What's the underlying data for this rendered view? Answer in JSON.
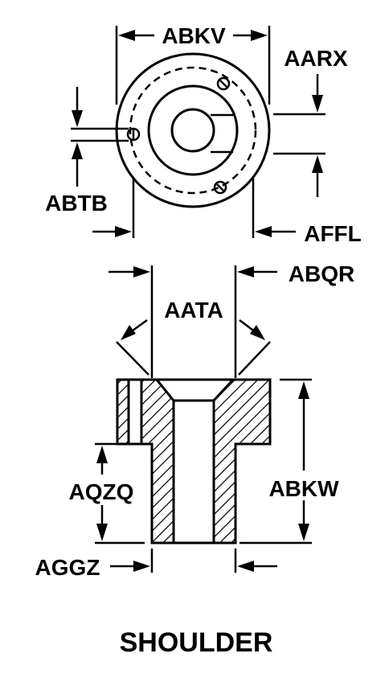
{
  "labels": {
    "abkv": "ABKV",
    "aarx": "AARX",
    "abtb": "ABTB",
    "affl": "AFFL",
    "abqr": "ABQR",
    "aata": "AATA",
    "aqzq": "AQZQ",
    "abkw": "ABKW",
    "aggz": "AGGZ"
  },
  "caption": "SHOULDER"
}
